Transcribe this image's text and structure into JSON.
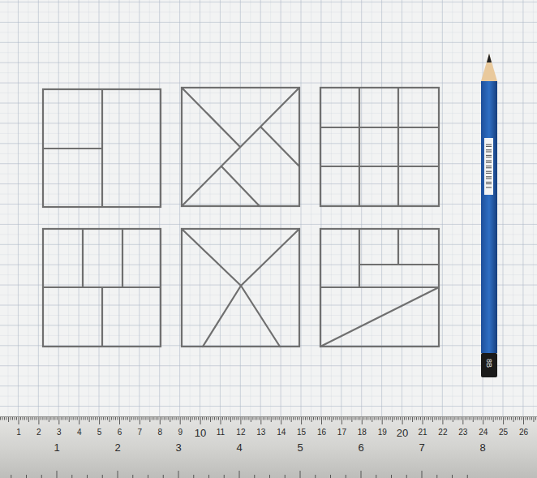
{
  "diagram": {
    "labels": [
      "1",
      "2",
      "3",
      "4",
      "5",
      "6",
      "7",
      "8",
      "9",
      "10",
      "11",
      "12",
      "13",
      "14",
      "15",
      "16",
      "17",
      "18",
      "19",
      "20",
      "21",
      "22",
      "23",
      "24",
      "25",
      "26",
      "1",
      "2",
      "3",
      "4",
      "5",
      "6",
      "7",
      "8",
      "8B"
    ]
  }
}
